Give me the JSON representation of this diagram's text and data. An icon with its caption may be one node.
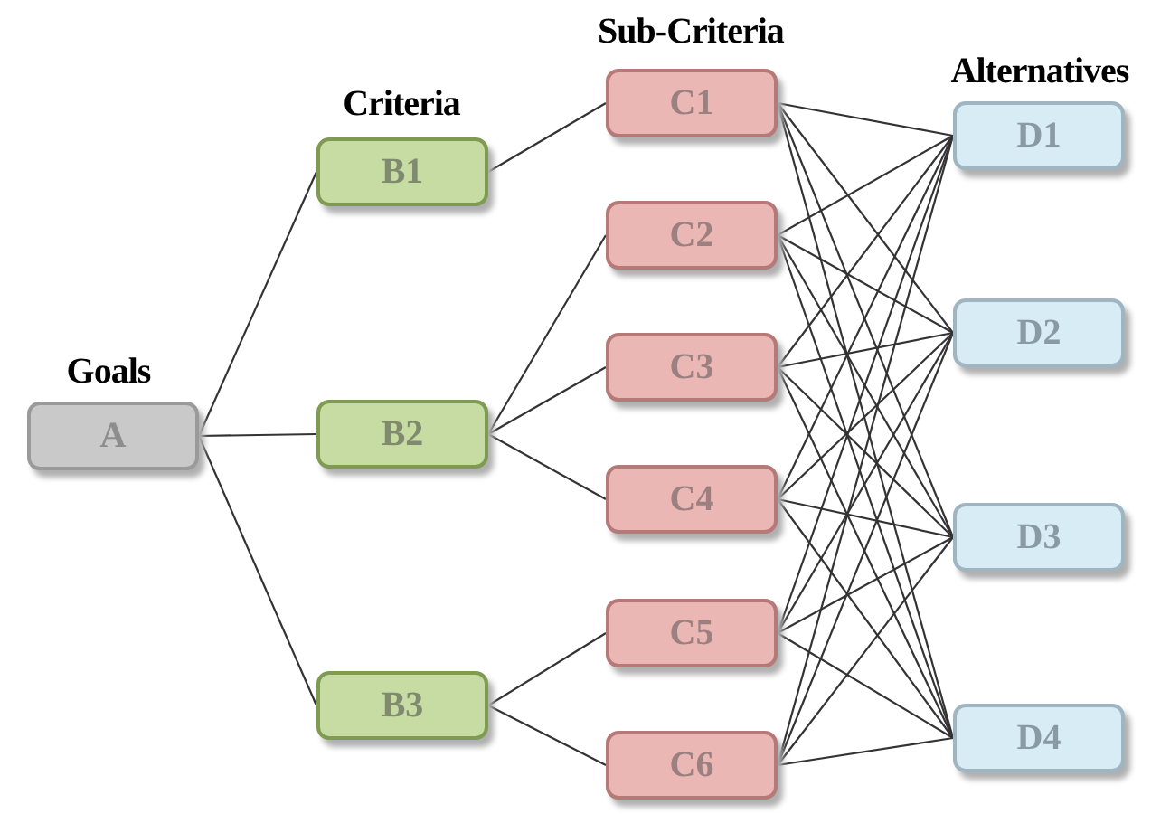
{
  "diagram": {
    "nodes": [
      {
        "text": [
          "A"
        ]
      },
      {
        "text": [
          "B1"
        ]
      },
      {
        "text": [
          "B2"
        ]
      },
      {
        "text": [
          "B3"
        ]
      },
      {
        "text": [
          "C1"
        ]
      },
      {
        "text": [
          "C2"
        ]
      },
      {
        "text": [
          "C3"
        ]
      },
      {
        "text": [
          "C4"
        ]
      },
      {
        "text": [
          "C5"
        ]
      },
      {
        "text": [
          "C6"
        ]
      },
      {
        "text": [
          "D1"
        ]
      },
      {
        "text": [
          "D2"
        ]
      },
      {
        "text": [
          "D3"
        ]
      },
      {
        "text": [
          "D4"
        ]
      }
    ],
    "edges": [
      {
        "from": 0,
        "to": 1,
        "arrow": "none"
      },
      {
        "from": 0,
        "to": 2,
        "arrow": "none"
      },
      {
        "from": 0,
        "to": 3,
        "arrow": "none"
      },
      {
        "from": 1,
        "to": 4,
        "arrow": "none"
      },
      {
        "from": 2,
        "to": 5,
        "arrow": "none"
      },
      {
        "from": 2,
        "to": 6,
        "arrow": "none"
      },
      {
        "from": 2,
        "to": 7,
        "arrow": "none"
      },
      {
        "from": 3,
        "to": 8,
        "arrow": "none"
      },
      {
        "from": 3,
        "to": 9,
        "arrow": "none"
      },
      {
        "from": 4,
        "to": 10,
        "arrow": "none"
      },
      {
        "from": 4,
        "to": 11,
        "arrow": "none"
      },
      {
        "from": 4,
        "to": 12,
        "arrow": "none"
      },
      {
        "from": 4,
        "to": 13,
        "arrow": "none"
      },
      {
        "from": 5,
        "to": 10,
        "arrow": "none"
      },
      {
        "from": 5,
        "to": 11,
        "arrow": "none"
      },
      {
        "from": 5,
        "to": 12,
        "arrow": "none"
      },
      {
        "from": 5,
        "to": 13,
        "arrow": "none"
      },
      {
        "from": 6,
        "to": 10,
        "arrow": "none"
      },
      {
        "from": 6,
        "to": 11,
        "arrow": "none"
      },
      {
        "from": 6,
        "to": 12,
        "arrow": "none"
      },
      {
        "from": 6,
        "to": 13,
        "arrow": "none"
      },
      {
        "from": 7,
        "to": 10,
        "arrow": "none"
      },
      {
        "from": 7,
        "to": 11,
        "arrow": "none"
      },
      {
        "from": 7,
        "to": 12,
        "arrow": "none"
      },
      {
        "from": 7,
        "to": 13,
        "arrow": "none"
      },
      {
        "from": 8,
        "to": 10,
        "arrow": "none"
      },
      {
        "from": 8,
        "to": 11,
        "arrow": "none"
      },
      {
        "from": 8,
        "to": 12,
        "arrow": "none"
      },
      {
        "from": 8,
        "to": 13,
        "arrow": "none"
      },
      {
        "from": 9,
        "to": 10,
        "arrow": "none"
      },
      {
        "from": 9,
        "to": 11,
        "arrow": "none"
      },
      {
        "from": 9,
        "to": 12,
        "arrow": "none"
      },
      {
        "from": 9,
        "to": 13,
        "arrow": "none"
      }
    ],
    "labels": [
      "Sub-Criteria",
      "Alternatives",
      "Criteria",
      "Goals"
    ]
  }
}
